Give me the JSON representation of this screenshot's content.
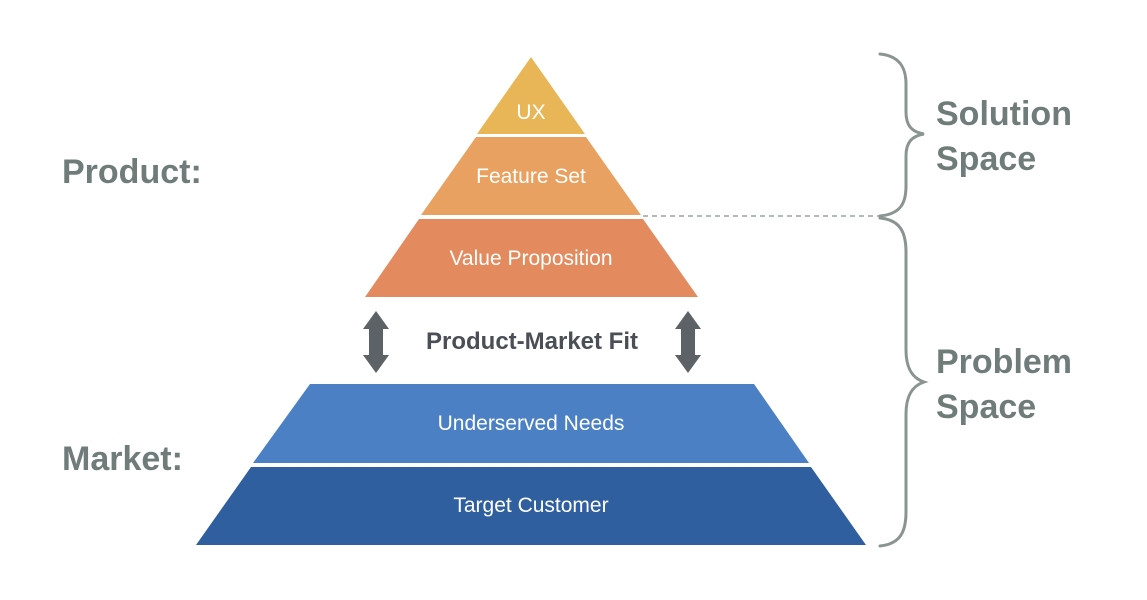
{
  "labels": {
    "product": "Product:",
    "market": "Market:",
    "fit": "Product-Market Fit"
  },
  "layers": {
    "ux": "UX",
    "feature_set": "Feature Set",
    "value_proposition": "Value Proposition",
    "underserved_needs": "Underserved Needs",
    "target_customer": "Target Customer"
  },
  "spaces": {
    "solution_line1": "Solution",
    "solution_line2": "Space",
    "problem_line1": "Problem",
    "problem_line2": "Space"
  },
  "colors": {
    "ux": "#e8b657",
    "feature_set": "#e8a160",
    "value_proposition": "#e38a5e",
    "underserved_needs": "#4b80c5",
    "target_customer": "#2f5f9f",
    "label_gray": "#6f7c7a",
    "arrow_gray": "#5d6266"
  }
}
